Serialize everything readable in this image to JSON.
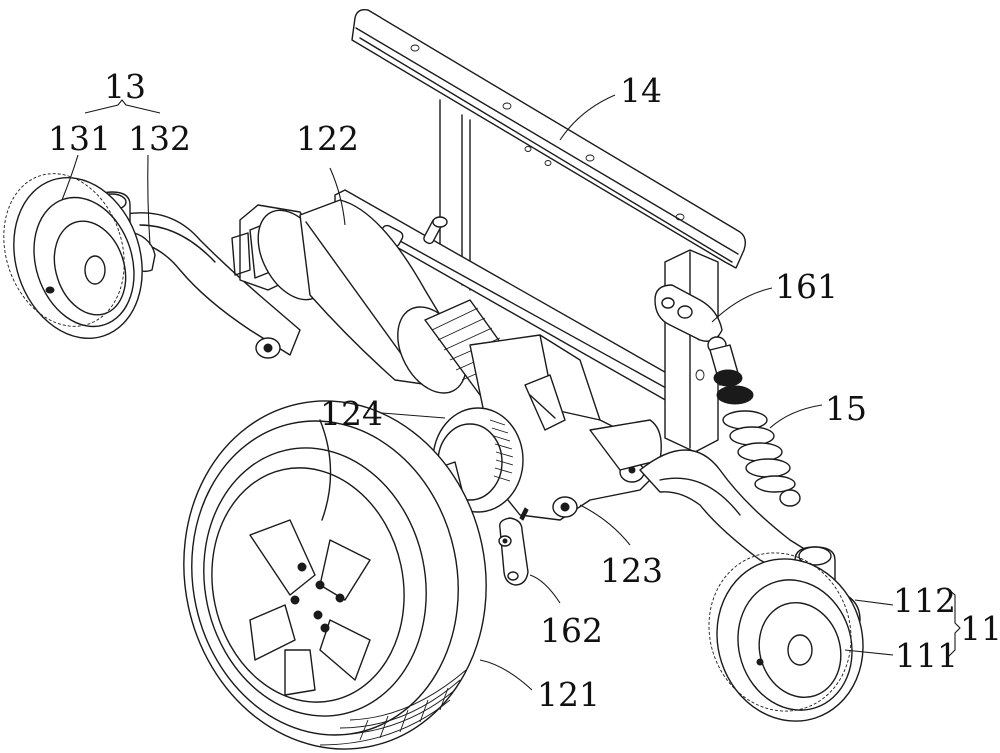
{
  "figure": {
    "type": "exploded-perspective-mechanical-drawing",
    "subject": "wheel drive and suspension assembly"
  },
  "labels": {
    "l13": "13",
    "l131": "131",
    "l132": "132",
    "l122": "122",
    "l14": "14",
    "l161": "161",
    "l15": "15",
    "l124": "124",
    "l123": "123",
    "l162": "162",
    "l121": "121",
    "l112": "112",
    "l111": "111",
    "l11": "11"
  },
  "groups": [
    {
      "parent": "13",
      "children": [
        "131",
        "132"
      ]
    },
    {
      "parent": "11",
      "children": [
        "112",
        "111"
      ]
    }
  ]
}
